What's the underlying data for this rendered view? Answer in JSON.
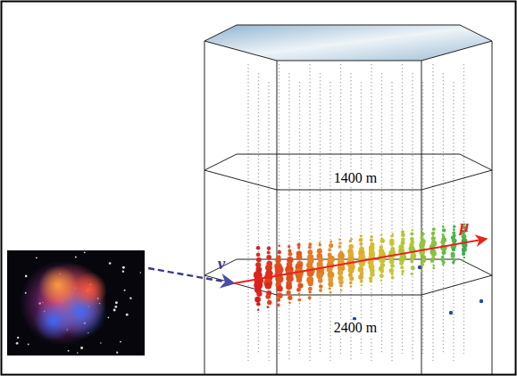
{
  "diagram": {
    "labels": [
      "1400 m",
      "μ",
      "ν",
      "2400 m"
    ]
  }
}
